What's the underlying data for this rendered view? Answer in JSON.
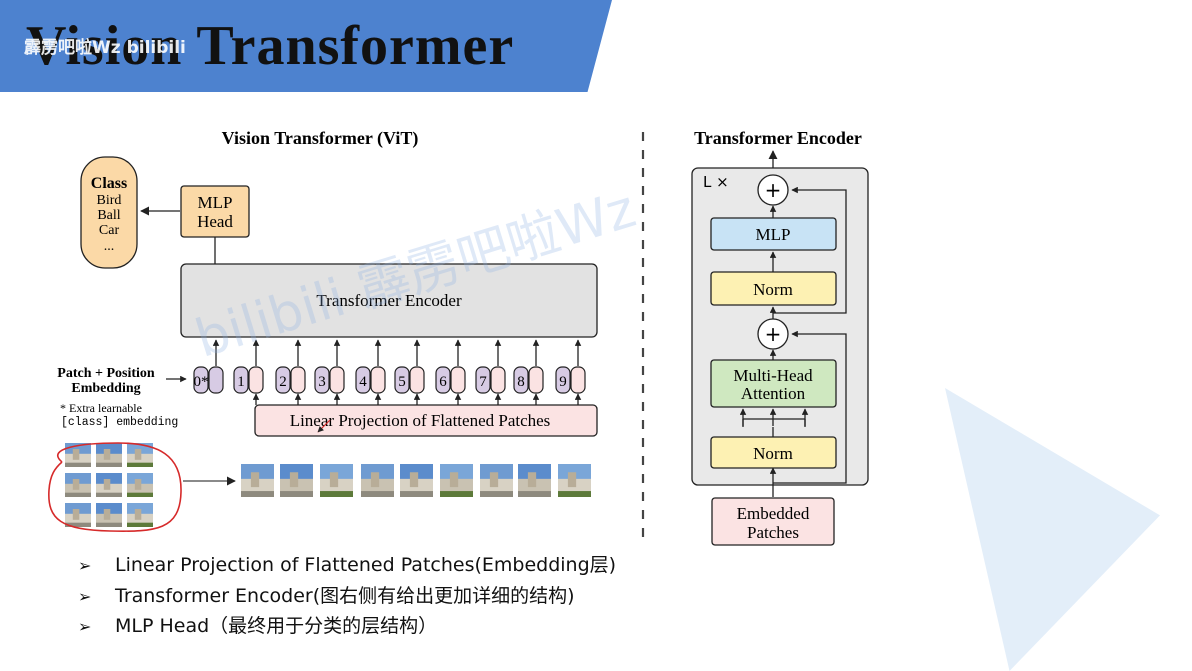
{
  "slide": {
    "title": "Vision Transformer",
    "watermark_top": "霹雳吧啦Wz",
    "watermark_logo": "bilibili",
    "watermark_mid": "bilibili 霹雳吧啦Wz"
  },
  "vit": {
    "title": "Vision Transformer (ViT)",
    "class_box": {
      "title": "Class",
      "items": [
        "Bird",
        "Ball",
        "Car",
        "..."
      ]
    },
    "mlp_head": [
      "MLP",
      "Head"
    ],
    "encoder_label": "Transformer Encoder",
    "embedding_label": [
      "Patch + Position",
      "Embedding"
    ],
    "extra_note": [
      "* Extra learnable",
      "[class] embedding"
    ],
    "tokens": [
      "0*",
      "1",
      "2",
      "3",
      "4",
      "5",
      "6",
      "7",
      "8",
      "9"
    ],
    "linear_projection": "Linear Projection of Flattened Patches"
  },
  "encoder": {
    "title": "Transformer Encoder",
    "repeat_label": "L ×",
    "plus_symbol": "+",
    "mlp": "MLP",
    "norm": "Norm",
    "attention": [
      "Multi-Head",
      "Attention"
    ],
    "embedded_patches": [
      "Embedded",
      "Patches"
    ]
  },
  "bullets": {
    "marker": "➢",
    "items": [
      "Linear Projection of Flattened Patches(Embedding层)",
      "Transformer Encoder(图右侧有给出更加详细的结构)",
      "MLP Head（最终用于分类的层结构）"
    ]
  },
  "colors": {
    "banner": "#4d82cf",
    "class_fill": "#fbd9a7",
    "mlp_head_fill": "#fbd9a7",
    "encoder_gray": "#e2e2e2",
    "projection_fill": "#fbe3e3",
    "token_fill": "#d7cbe4",
    "mlp_blue": "#c8e3f5",
    "norm_yellow": "#fdf1b3",
    "attention_green": "#cfe8c0",
    "annotation_red": "#d62a2a"
  }
}
